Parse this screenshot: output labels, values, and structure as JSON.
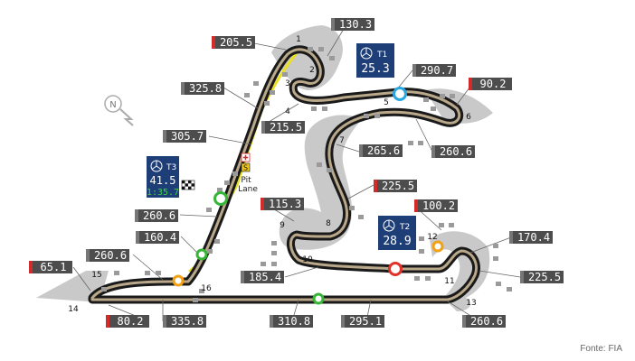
{
  "source": "Fonte: FIA",
  "pit_lane_label": [
    "Pit",
    "Lane"
  ],
  "pit_sign": "S",
  "compass_letter": "N",
  "corners": [
    "1",
    "2",
    "3",
    "4",
    "5",
    "6",
    "7",
    "8",
    "9",
    "10",
    "11",
    "12",
    "13",
    "14",
    "15",
    "16"
  ],
  "speed_traps": [
    {
      "value": "130.3",
      "red": false
    },
    {
      "value": "205.5",
      "red": true
    },
    {
      "value": "290.7",
      "red": false
    },
    {
      "value": "90.2",
      "red": true
    },
    {
      "value": "325.8",
      "red": false
    },
    {
      "value": "215.5",
      "red": false
    },
    {
      "value": "305.7",
      "red": false
    },
    {
      "value": "265.6",
      "red": false
    },
    {
      "value": "260.6",
      "red": false
    },
    {
      "value": "225.5",
      "red": true
    },
    {
      "value": "115.3",
      "red": true
    },
    {
      "value": "100.2",
      "red": true
    },
    {
      "value": "260.6",
      "red": false
    },
    {
      "value": "160.4",
      "red": false
    },
    {
      "value": "170.4",
      "red": false
    },
    {
      "value": "260.6",
      "red": false
    },
    {
      "value": "185.4",
      "red": false
    },
    {
      "value": "225.5",
      "red": false
    },
    {
      "value": "65.1",
      "red": true
    },
    {
      "value": "80.2",
      "red": true
    },
    {
      "value": "335.8",
      "red": false
    },
    {
      "value": "310.8",
      "red": false
    },
    {
      "value": "295.1",
      "red": false
    },
    {
      "value": "260.6",
      "red": false
    }
  ],
  "timing": {
    "t1": {
      "label": "T1",
      "value": "25.3"
    },
    "t2": {
      "label": "T2",
      "value": "28.9"
    },
    "t3": {
      "label": "T3",
      "value": "41.5",
      "lap": "1:35.7"
    }
  },
  "colors": {
    "track": "#1a1a1a",
    "track_inner": "#b9a88a",
    "yellow": "#e8e020",
    "runoff": "#c9c9c9",
    "box_dark": "#4d4d4d",
    "box_red": "#d42a2a",
    "timing_bg": "#1e3e78",
    "lap_green": "#3fd23f",
    "ring_blue": "#27a9e0",
    "ring_red": "#e0322b",
    "ring_orange": "#f2a114",
    "ring_green": "#36b536"
  }
}
